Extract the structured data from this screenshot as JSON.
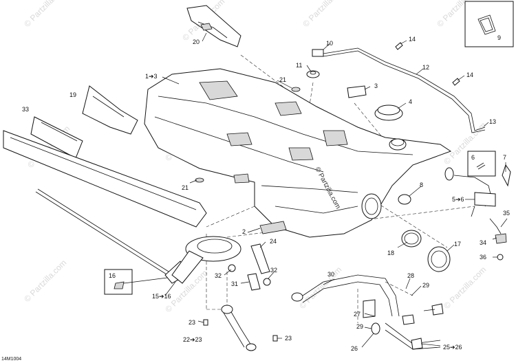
{
  "diagram": {
    "code": "14M1004",
    "watermark": "© Partzilla.com",
    "center_watermark": "© Partzilla.com",
    "callouts": [
      {
        "id": "c1",
        "text": "1➔3"
      },
      {
        "id": "c2",
        "text": "2"
      },
      {
        "id": "c3",
        "text": "3"
      },
      {
        "id": "c4",
        "text": "4"
      },
      {
        "id": "c5",
        "text": "5➔6"
      },
      {
        "id": "c6",
        "text": "6"
      },
      {
        "id": "c7",
        "text": "7"
      },
      {
        "id": "c8",
        "text": "8"
      },
      {
        "id": "c9",
        "text": "9"
      },
      {
        "id": "c10",
        "text": "10"
      },
      {
        "id": "c11",
        "text": "11"
      },
      {
        "id": "c12",
        "text": "12"
      },
      {
        "id": "c13",
        "text": "13"
      },
      {
        "id": "c14a",
        "text": "14"
      },
      {
        "id": "c14b",
        "text": "14"
      },
      {
        "id": "c15",
        "text": "15➔16"
      },
      {
        "id": "c16",
        "text": "16"
      },
      {
        "id": "c17",
        "text": "17"
      },
      {
        "id": "c18",
        "text": "18"
      },
      {
        "id": "c19",
        "text": "19"
      },
      {
        "id": "c20",
        "text": "20"
      },
      {
        "id": "c21a",
        "text": "21"
      },
      {
        "id": "c21b",
        "text": "21"
      },
      {
        "id": "c22",
        "text": "22➔23"
      },
      {
        "id": "c23a",
        "text": "23"
      },
      {
        "id": "c23b",
        "text": "23"
      },
      {
        "id": "c24",
        "text": "24"
      },
      {
        "id": "c25",
        "text": "25➔26"
      },
      {
        "id": "c26",
        "text": "26"
      },
      {
        "id": "c27",
        "text": "27"
      },
      {
        "id": "c28",
        "text": "28"
      },
      {
        "id": "c29a",
        "text": "29"
      },
      {
        "id": "c29b",
        "text": "29"
      },
      {
        "id": "c30",
        "text": "30"
      },
      {
        "id": "c31",
        "text": "31"
      },
      {
        "id": "c32a",
        "text": "32"
      },
      {
        "id": "c32b",
        "text": "32"
      },
      {
        "id": "c33",
        "text": "33"
      },
      {
        "id": "c34",
        "text": "34"
      },
      {
        "id": "c35",
        "text": "35"
      },
      {
        "id": "c36",
        "text": "36"
      }
    ]
  }
}
